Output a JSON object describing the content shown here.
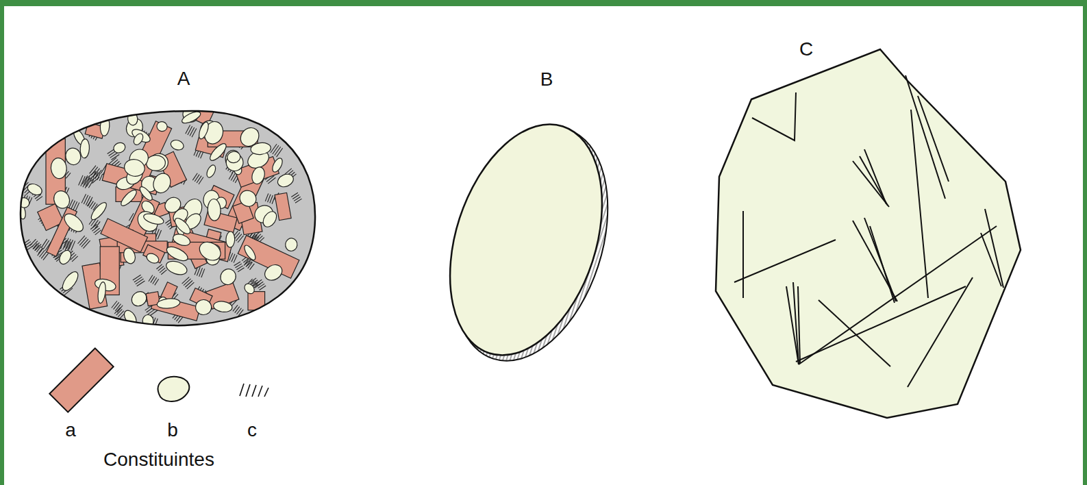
{
  "diagram": {
    "labels": [
      "A",
      "B",
      "C",
      "a",
      "b",
      "c",
      "Constituintes"
    ]
  }
}
